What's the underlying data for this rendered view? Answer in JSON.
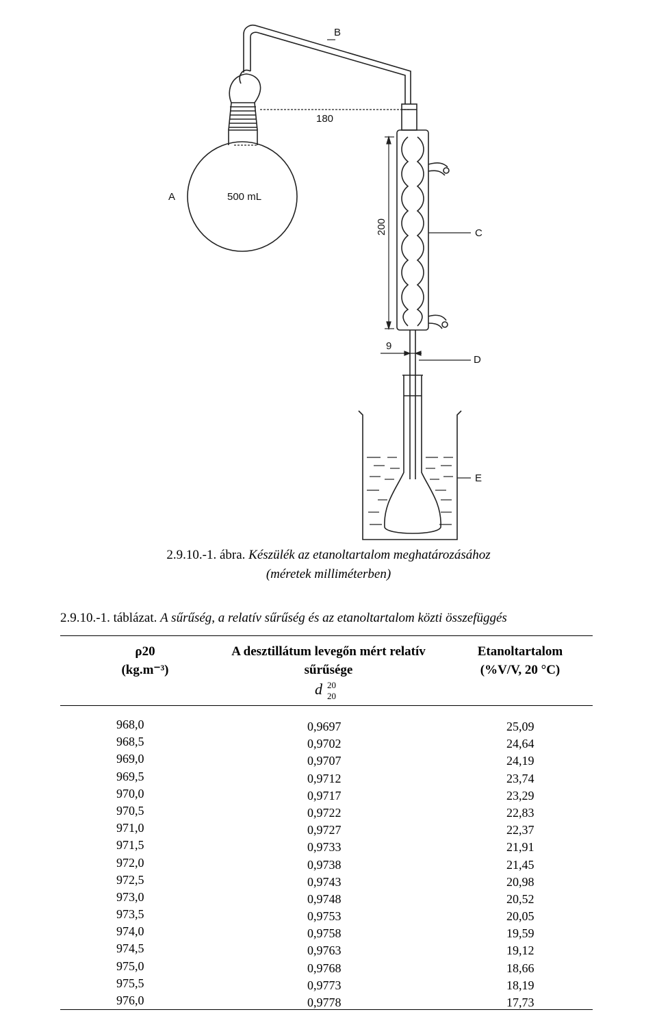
{
  "figure": {
    "labels": {
      "A": "A",
      "B": "B",
      "C": "C",
      "D": "D",
      "E": "E"
    },
    "flask_volume": "500 mL",
    "dimensions": {
      "horizontal": "180",
      "condenser": "200",
      "tube": "9"
    }
  },
  "caption": {
    "line1_prefix": "2.9.10.-1. ábra.",
    "line1_title": "Készülék az etanoltartalom meghatározásához",
    "line2": "(méretek milliméterben)"
  },
  "table_caption": {
    "prefix": "2.9.10.-1. táblázat.",
    "title": "A sűrűség, a relatív sűrűség és az etanoltartalom közti összefüggés"
  },
  "table": {
    "headers": {
      "col1_line1": "ρ20",
      "col1_line2": "(kg.m⁻³)",
      "col2_line1": "A desztillátum levegőn mért relatív",
      "col2_line2": "sűrűsége",
      "col2_symbol": "d",
      "col2_sup": "20",
      "col2_sub": "20",
      "col3_line1": "Etanoltartalom",
      "col3_line2": "(%V/V, 20 °C)"
    },
    "rho20": [
      "968,0",
      "968,5",
      "969,0",
      "969,5",
      "970,0",
      "970,5",
      "971,0",
      "971,5",
      "972,0",
      "972,5",
      "973,0",
      "973,5",
      "974,0",
      "974,5",
      "975,0",
      "975,5",
      "976,0"
    ],
    "relative_density": [
      "0,9697",
      "0,9702",
      "0,9707",
      "0,9712",
      "0,9717",
      "0,9722",
      "0,9727",
      "0,9733",
      "0,9738",
      "0,9743",
      "0,9748",
      "0,9753",
      "0,9758",
      "0,9763",
      "0,9768",
      "0,9773",
      "0,9778"
    ],
    "ethanol_content": [
      "25,09",
      "24,64",
      "24,19",
      "23,74",
      "23,29",
      "22,83",
      "22,37",
      "21,91",
      "21,45",
      "20,98",
      "20,52",
      "20,05",
      "19,59",
      "19,12",
      "18,66",
      "18,19",
      "17,73"
    ]
  }
}
